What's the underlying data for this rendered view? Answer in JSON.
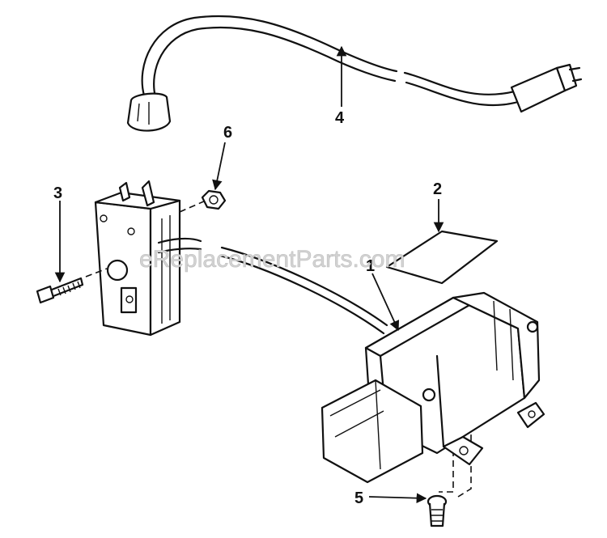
{
  "callouts": {
    "c1": "1",
    "c2": "2",
    "c3": "3",
    "c4": "4",
    "c5": "5",
    "c6": "6"
  },
  "watermark": "eReplacementParts.com",
  "colors": {
    "ink": "#111111",
    "background": "#ffffff",
    "watermark": "#d3d3d3"
  }
}
